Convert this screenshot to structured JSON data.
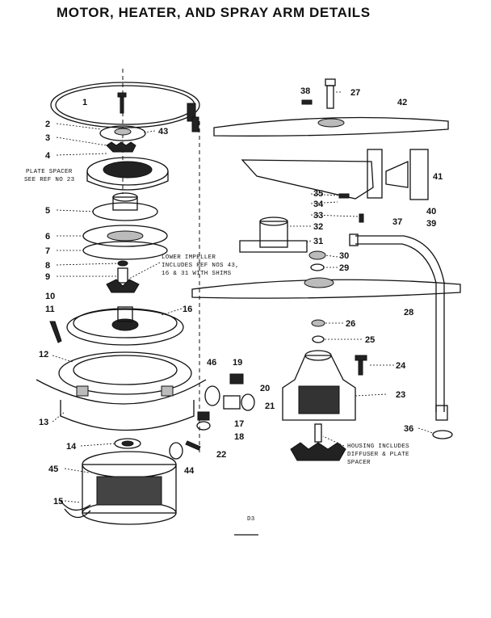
{
  "title": "MOTOR, HEATER, AND SPRAY ARM DETAILS",
  "page_code": "D3",
  "notes": {
    "plate_spacer": [
      "PLATE SPACER",
      "SEE REF NO 23"
    ],
    "lower_impeller": [
      "LOWER IMPELLER",
      "INCLUDES REF NOS 43,",
      "16 & 31 WITH SHIMS"
    ],
    "housing": [
      "HOUSING INCLUDES",
      "DIFFUSER & PLATE",
      "SPACER"
    ]
  },
  "labels": {
    "n1": "1",
    "n2": "2",
    "n3": "3",
    "n4": "4",
    "n5": "5",
    "n6": "6",
    "n7": "7",
    "n8": "8",
    "n9": "9",
    "n10": "10",
    "n11": "11",
    "n12": "12",
    "n13": "13",
    "n14": "14",
    "n15": "15",
    "n16": "16",
    "n17": "17",
    "n18": "18",
    "n19": "19",
    "n20": "20",
    "n21": "21",
    "n22": "22",
    "n23": "23",
    "n24": "24",
    "n25": "25",
    "n26": "26",
    "n27": "27",
    "n28": "28",
    "n29": "29",
    "n30": "30",
    "n31": "31",
    "n32": "32",
    "n33": "33",
    "n34": "34",
    "n35": "35",
    "n36": "36",
    "n37": "37",
    "n38": "38",
    "n39": "39",
    "n40": "40",
    "n41": "41",
    "n42": "42",
    "n43": "43",
    "n44": "44",
    "n45": "45",
    "n46": "46"
  }
}
